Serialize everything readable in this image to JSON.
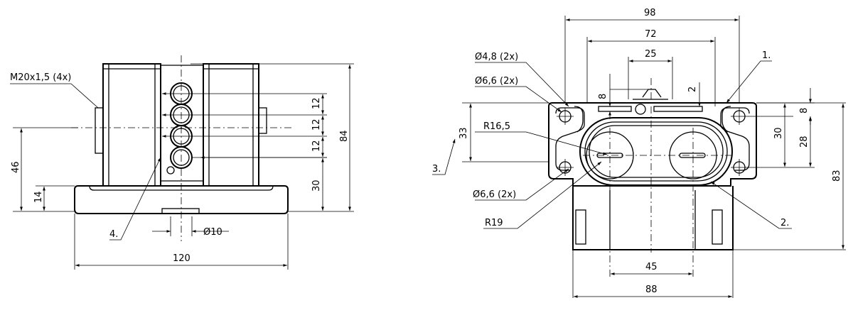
{
  "front_view": {
    "thread_label": "M20x1,5 (4x)",
    "dim_width": "120",
    "dim_height_total": "84",
    "dim_height_46": "46",
    "dim_height_14": "14",
    "dim_height_30": "30",
    "dim_pitch_1": "12",
    "dim_pitch_2": "12",
    "dim_pitch_3": "12",
    "dim_diameter": "Ø10",
    "callout_4": "4."
  },
  "top_view": {
    "dim_98": "98",
    "dim_72": "72",
    "dim_25": "25",
    "dim_8_left": "8",
    "dim_2": "2",
    "hole_d48": "Ø4,8 (2x)",
    "hole_d66_top": "Ø6,6 (2x)",
    "hole_d66_bottom": "Ø6,6 (2x)",
    "radius_165": "R16,5",
    "radius_19": "R19",
    "dim_33": "33",
    "dim_30": "30",
    "dim_8_right": "8",
    "dim_28": "28",
    "dim_83": "83",
    "dim_45": "45",
    "dim_88": "88",
    "callout_1": "1.",
    "callout_2": "2.",
    "callout_3": "3."
  }
}
